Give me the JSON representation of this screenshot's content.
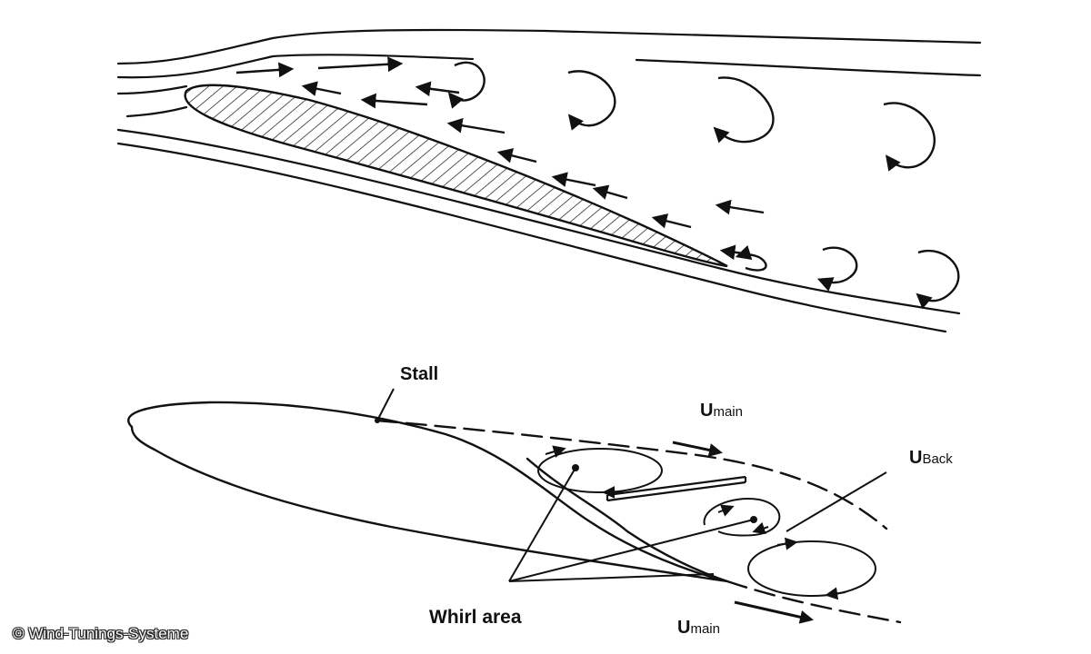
{
  "labels": {
    "stall": "Stall",
    "u_main_top": {
      "main": "U",
      "sub": "main"
    },
    "u_back": {
      "main": "U",
      "sub": "Back"
    },
    "whirl_area": "Whirl area",
    "u_main_bottom": {
      "main": "U",
      "sub": "main"
    }
  },
  "copyright": "© Wind-Tunings-Systeme",
  "colors": {
    "ink": "#111111",
    "background": "#ffffff"
  }
}
